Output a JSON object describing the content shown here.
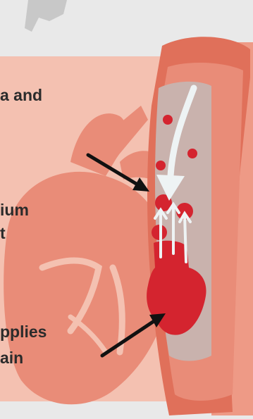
{
  "text_fragments": [
    "a and",
    "ium",
    "t",
    "pplies",
    "ain"
  ],
  "colors": {
    "background": "#e9e9e9",
    "panel": "#f4c1b1",
    "heart": "#e98c78",
    "artery_wall": "#e0705a",
    "artery_lumen": "#c9b2ad",
    "blood_clot": "#d4242f",
    "arrow_dark": "#111111",
    "arrow_light": "#eef3f4"
  },
  "icons": [
    "heart-illustration",
    "artery-cross-section",
    "blood-clot",
    "pointer-arrow",
    "flow-arrow"
  ]
}
